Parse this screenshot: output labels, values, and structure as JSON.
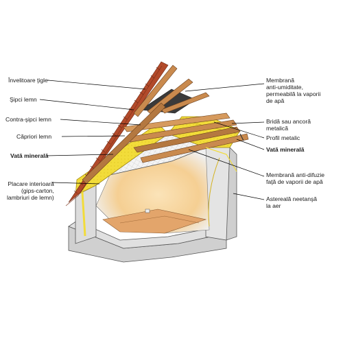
{
  "labels_left": [
    {
      "id": "invelitoare",
      "text": "Învelitoare ţigle",
      "bold": false
    },
    {
      "id": "sipci",
      "text": "Şipci lemn",
      "bold": false
    },
    {
      "id": "contra-sipci",
      "text": "Contra-şipci lemn",
      "bold": false
    },
    {
      "id": "capriori",
      "text": "Căpriori lemn",
      "bold": false
    },
    {
      "id": "vata-left",
      "text": "Vată minerală",
      "bold": true
    },
    {
      "id": "placare",
      "lines": [
        "Placare interioară",
        "(gips-carton,",
        "lambriuri de lemn)"
      ],
      "bold": false
    }
  ],
  "labels_right": [
    {
      "id": "membrana-anti",
      "lines": [
        "Membrană",
        "anti-umiditate,",
        "permeabilă la vaporii",
        "de apă"
      ],
      "bold": false
    },
    {
      "id": "brida",
      "lines": [
        "Bridă sau ancoră",
        "metalică"
      ],
      "bold": false
    },
    {
      "id": "profil",
      "text": "Profil metalic",
      "bold": false
    },
    {
      "id": "vata-right",
      "text": "Vată minerală",
      "bold": true
    },
    {
      "id": "membrana-difuzie",
      "lines": [
        "Membrană anti-difuzie",
        "faţă de vaporii de apă"
      ],
      "bold": false
    },
    {
      "id": "asteareala",
      "lines": [
        "Astereală neetanşă",
        "la aer"
      ],
      "bold": false
    }
  ],
  "colors": {
    "tile": "#b2482a",
    "wood": "#c98a4e",
    "wood_dark": "#8a5428",
    "insulation": "#f2dc3a",
    "membrane": "#3d3d3d",
    "plaster": "#e8e8e8",
    "wall": "#d9d9d9",
    "room_glow": "#f7d39a",
    "floor": "#e6b27a"
  }
}
